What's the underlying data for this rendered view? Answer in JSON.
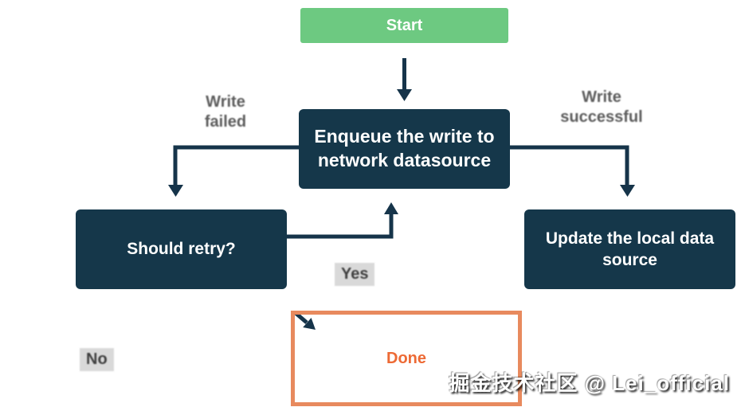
{
  "diagram": {
    "type": "flowchart",
    "nodes": {
      "start": {
        "label": "Start"
      },
      "enqueue": {
        "label": "Enqueue the write to network datasource"
      },
      "should_retry": {
        "label": "Should retry?"
      },
      "update_local": {
        "label": "Update the local data source"
      },
      "done": {
        "label": "Done"
      }
    },
    "edges": {
      "write_failed": "Write failed",
      "write_successful": "Write successful",
      "yes": "Yes",
      "no": "No"
    },
    "colors": {
      "start_fill": "#6dc981",
      "node_fill": "#15374a",
      "node_text": "#ffffff",
      "connector": "#16344a",
      "done_border": "#e88a5e",
      "done_text": "#ed6a35",
      "edge_label_text": "#5c5c5c"
    },
    "watermark": "掘金技术社区 @ Lei_official"
  }
}
